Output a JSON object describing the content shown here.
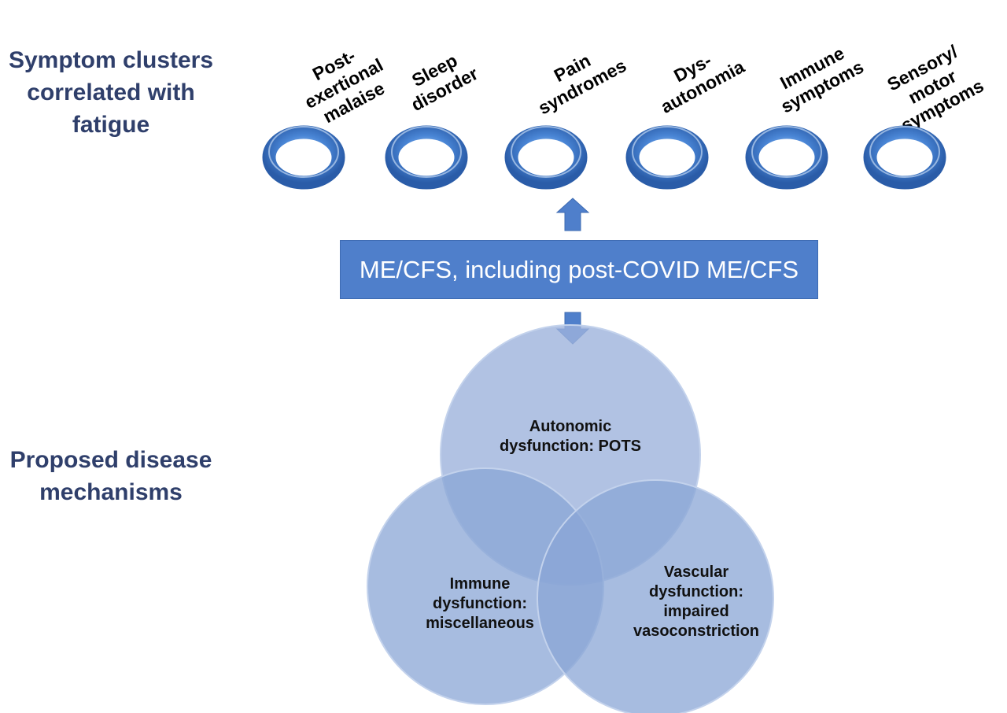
{
  "labels": {
    "symptom_clusters": "Symptom clusters\ncorrelated with\nfatigue",
    "mechanisms": "Proposed disease\nmechanisms"
  },
  "clusters": [
    {
      "label": "Post-\nexertional\nmalaise"
    },
    {
      "label": "Sleep\ndisorder"
    },
    {
      "label": "Pain\nsyndromes"
    },
    {
      "label": "Dys-\nautonomia"
    },
    {
      "label": "Immune\nsymptoms"
    },
    {
      "label": "Sensory/\nmotor\nsymptoms"
    }
  ],
  "main_box": {
    "label": "ME/CFS, including post-COVID ME/CFS"
  },
  "mechanisms": {
    "autonomic": "Autonomic\ndysfunction: POTS",
    "immune": "Immune\ndysfunction:\nmiscellaneous",
    "vascular": "Vascular\ndysfunction:\nimpaired\nvasoconstriction"
  },
  "colors": {
    "title_text": "#2f3f6b",
    "box_fill": "#4f7fcb",
    "ring": "#4a86d6",
    "venn_circle": "#9db3dc",
    "arrow": "#4f7fcb"
  }
}
